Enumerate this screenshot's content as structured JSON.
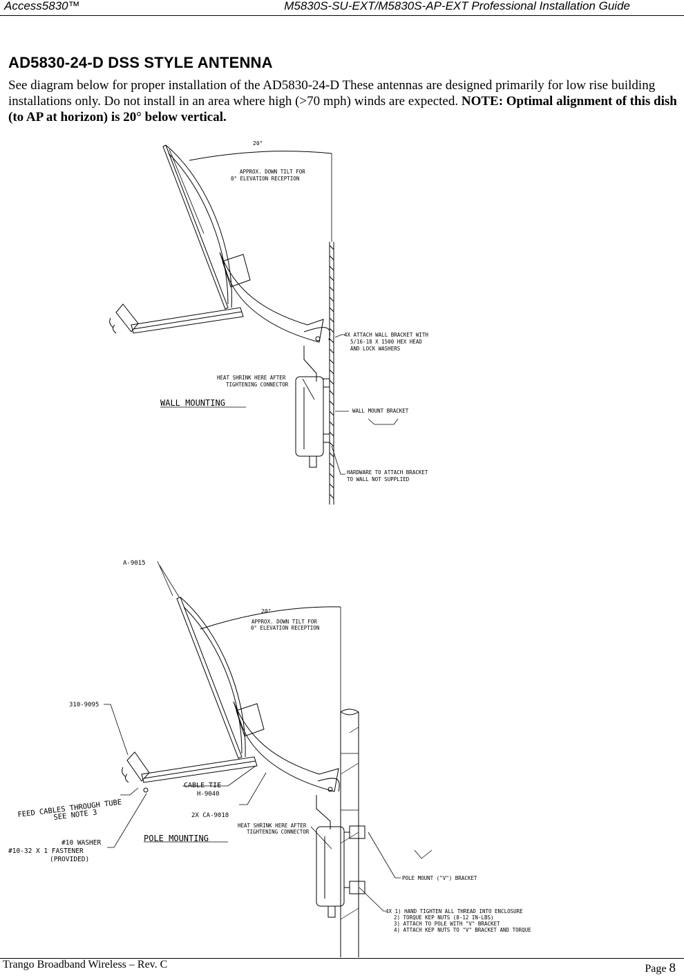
{
  "header": {
    "left": "Access5830™",
    "right": "M5830S-SU-EXT/M5830S-AP-EXT Professional Installation Guide"
  },
  "section_title": "AD5830-24-D DSS STYLE ANTENNA",
  "paragraph": {
    "text": "See diagram below for proper installation of the AD5830-24-D   These antennas are designed primarily for low rise building installations only.  Do not install in an area where high (>70 mph) winds are expected. ",
    "note": "NOTE:  Optimal alignment of this dish (to AP at horizon) is 20° below vertical."
  },
  "wall_diagram": {
    "angle": "20°",
    "tilt_line1": "APPROX. DOWN TILT FOR",
    "tilt_line2": "0° ELEVATION RECEPTION",
    "bracket_line1": "4X ATTACH WALL BRACKET WITH",
    "bracket_line2": "5/16-18 X 1500 HEX HEAD",
    "bracket_line3": "AND LOCK WASHERS",
    "heat_line1": "HEAT SHRINK HERE AFTER",
    "heat_line2": "TIGHTENING CONNECTOR",
    "title": "WALL MOUNTING",
    "wall_bracket": "WALL MOUNT BRACKET",
    "hw_line1": "HARDWARE TO ATTACH BRACKET",
    "hw_line2": "TO WALL NOT SUPPLIED"
  },
  "pole_diagram": {
    "part_a": "A-9015",
    "angle": "20°",
    "tilt_line1": "APPROX. DOWN TILT FOR",
    "tilt_line2": "0° ELEVATION RECEPTION",
    "part_310": "310-9095",
    "cable_tie": "CABLE TIE",
    "h9040": "H-9040",
    "feed_line1": "FEED CABLES THROUGH TUBE",
    "feed_line2": "SEE NOTE 3",
    "ca9018": "2X CA-9018",
    "heat_line1": "HEAT SHRINK HERE AFTER",
    "heat_line2": "TIGHTENING CONNECTOR",
    "washer": "#10 WASHER",
    "title": "POLE MOUNTING",
    "fastener": "#10-32 X 1 FASTENER",
    "provided": "(PROVIDED)",
    "pole_bracket": "POLE MOUNT (\"V\") BRACKET",
    "note1": "4X 1) HAND TIGHTEN ALL THREAD INTO ENCLOSURE",
    "note2": "2) TORQUE KEP NUTS (8-12 IN-LBS)",
    "note3": "3) ATTACH TO POLE WITH \"V\" BRACKET",
    "note4": "4) ATTACH KEP NUTS TO \"V\" BRACKET AND TORQUE"
  },
  "footer": {
    "left": "Trango Broadband Wireless – Rev. C",
    "page_label": "Page",
    "page_number": "8"
  }
}
